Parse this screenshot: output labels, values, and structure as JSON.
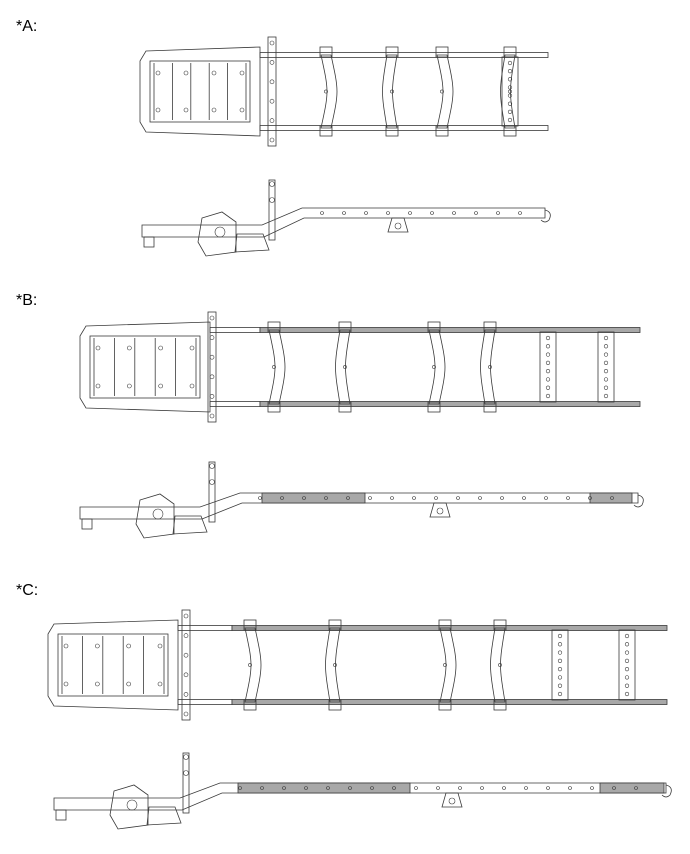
{
  "figures": [
    {
      "id": "A",
      "label": "*A:",
      "shaded": false
    },
    {
      "id": "B",
      "label": "*B:",
      "shaded": true
    },
    {
      "id": "C",
      "label": "*C:",
      "shaded": true
    }
  ],
  "colors": {
    "line": "#3a3a3a",
    "shade": "#a8a8a8",
    "background": "#ffffff"
  }
}
